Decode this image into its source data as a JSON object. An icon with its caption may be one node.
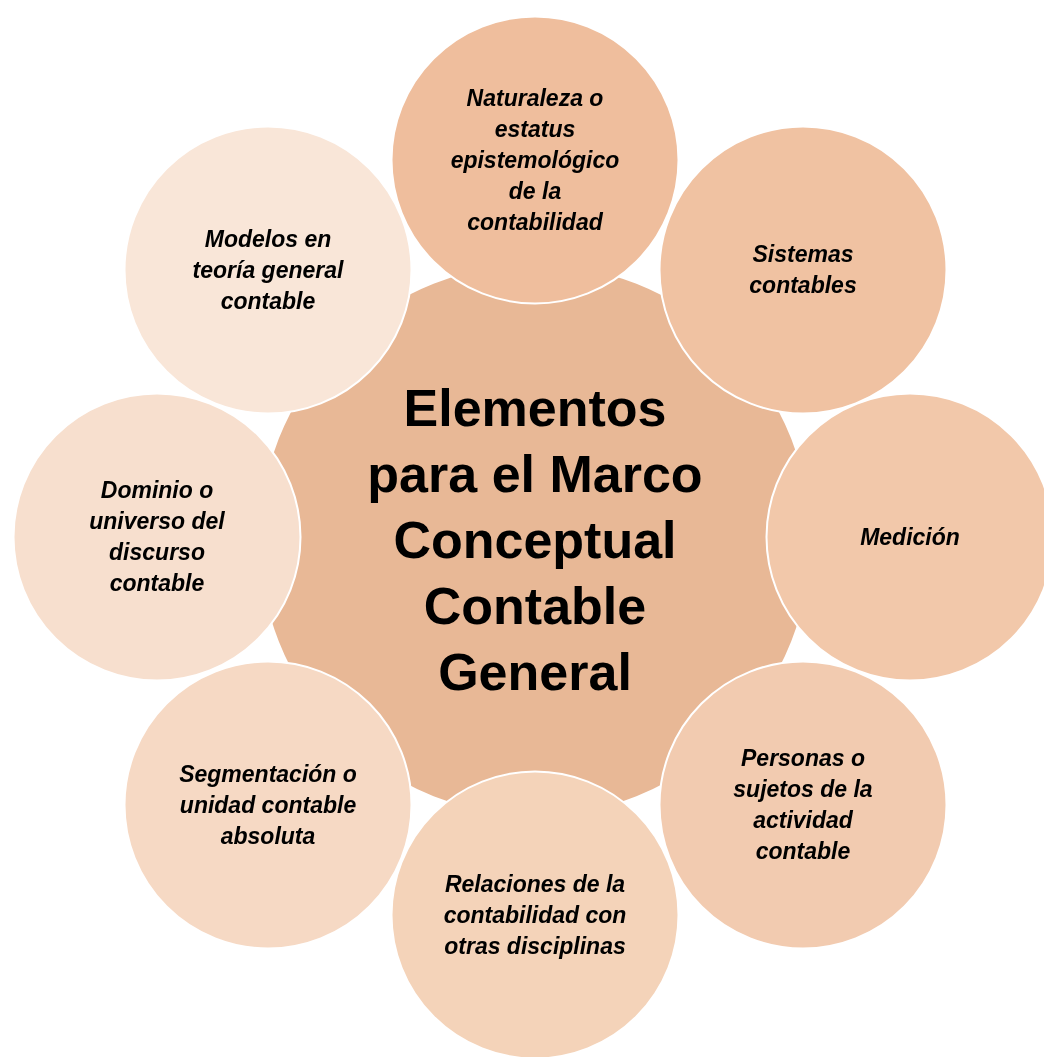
{
  "diagram": {
    "nodes": [
      {
        "text": [
          "Elementos para el Marco Conceptual Contable General"
        ]
      },
      {
        "text": [
          "Naturaleza o estatus epistemológico de la contabilidad"
        ]
      },
      {
        "text": [
          "Sistemas contables"
        ]
      },
      {
        "text": [
          "Medición"
        ]
      },
      {
        "text": [
          "Personas o sujetos de la actividad contable"
        ]
      },
      {
        "text": [
          "Relaciones de la contabilidad con otras disciplinas"
        ]
      },
      {
        "text": [
          "Segmentación o unidad contable absoluta"
        ]
      },
      {
        "text": [
          "Dominio o universo del discurso contable"
        ]
      },
      {
        "text": [
          "Modelos en teoría general contable"
        ]
      }
    ],
    "edges": []
  }
}
